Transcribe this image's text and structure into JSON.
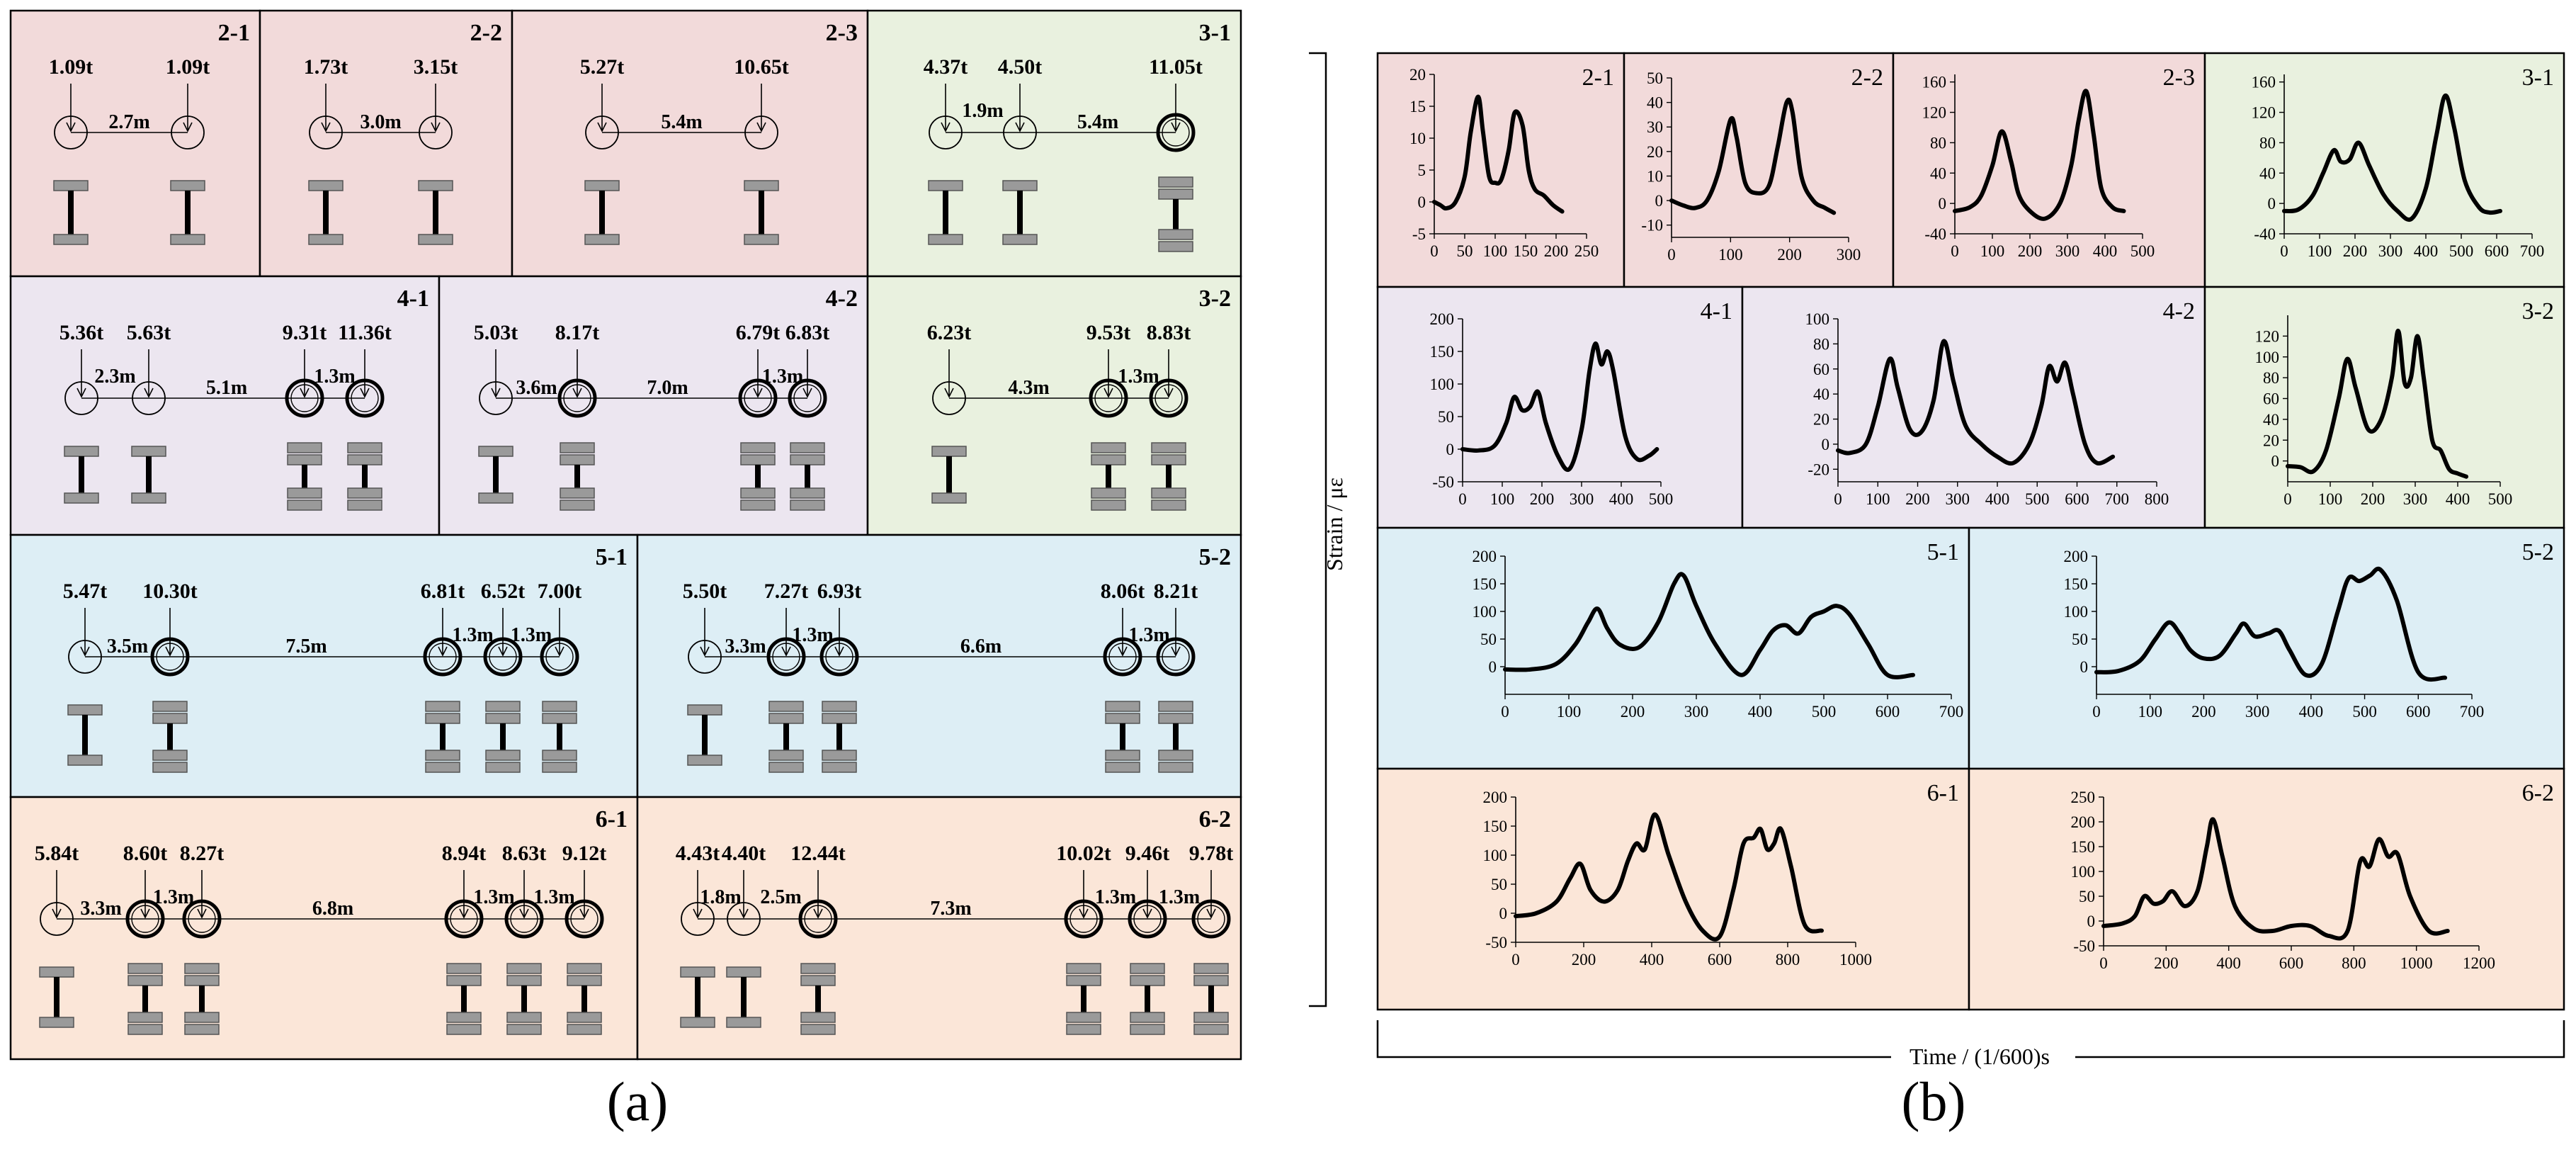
{
  "captions": {
    "a": "(a)",
    "b": "(b)"
  },
  "colors": {
    "pink": "#f2dada",
    "green": "#e9f1df",
    "lavender": "#ece6f0",
    "blue": "#ddeef5",
    "peach": "#fbe6d8",
    "line": "#000000",
    "wheel_grey": "#9a9a9a"
  },
  "panel_a": {
    "vehicles": [
      {
        "id": "2-1",
        "color": "pink",
        "loads": [
          "1.09t",
          "1.09t"
        ],
        "spacings": [
          "2.7m"
        ]
      },
      {
        "id": "2-2",
        "color": "pink",
        "loads": [
          "1.73t",
          "3.15t"
        ],
        "spacings": [
          "3.0m"
        ]
      },
      {
        "id": "2-3",
        "color": "pink",
        "loads": [
          "5.27t",
          "10.65t"
        ],
        "spacings": [
          "5.4m"
        ]
      },
      {
        "id": "3-1",
        "color": "green",
        "loads": [
          "4.37t",
          "4.50t",
          "11.05t"
        ],
        "spacings": [
          "1.9m",
          "5.4m"
        ]
      },
      {
        "id": "4-1",
        "color": "lavender",
        "loads": [
          "5.36t",
          "5.63t",
          "9.31t",
          "11.36t"
        ],
        "spacings": [
          "2.3m",
          "5.1m",
          "1.3m"
        ]
      },
      {
        "id": "4-2",
        "color": "lavender",
        "loads": [
          "5.03t",
          "8.17t",
          "6.79t",
          "6.83t"
        ],
        "spacings": [
          "3.6m",
          "7.0m",
          "1.3m"
        ]
      },
      {
        "id": "3-2",
        "color": "green",
        "loads": [
          "6.23t",
          "9.53t",
          "8.83t"
        ],
        "spacings": [
          "4.3m",
          "1.3m"
        ]
      },
      {
        "id": "5-1",
        "color": "blue",
        "loads": [
          "5.47t",
          "10.30t",
          "6.81t",
          "6.52t",
          "7.00t"
        ],
        "spacings": [
          "3.5m",
          "7.5m",
          "1.3m",
          "1.3m"
        ]
      },
      {
        "id": "5-2",
        "color": "blue",
        "loads": [
          "5.50t",
          "7.27t",
          "6.93t",
          "8.06t",
          "8.21t"
        ],
        "spacings": [
          "3.3m",
          "1.3m",
          "6.6m",
          "1.3m"
        ]
      },
      {
        "id": "6-1",
        "color": "peach",
        "loads": [
          "5.84t",
          "8.60t",
          "8.27t",
          "8.94t",
          "8.63t",
          "9.12t"
        ],
        "spacings": [
          "3.3m",
          "1.3m",
          "6.8m",
          "1.3m",
          "1.3m"
        ]
      },
      {
        "id": "6-2",
        "color": "peach",
        "loads": [
          "4.43t",
          "4.40t",
          "12.44t",
          "10.02t",
          "9.46t",
          "9.78t"
        ],
        "spacings": [
          "1.8m",
          "2.5m",
          "7.3m",
          "1.3m",
          "1.3m"
        ]
      }
    ]
  },
  "panel_b": {
    "ylabel": "Strain / με",
    "xlabel": "Time / (1/600)s"
  },
  "chart_data": [
    {
      "type": "line",
      "title": "2-1",
      "xticks": [
        0,
        50,
        100,
        150,
        200,
        250
      ],
      "yticks": [
        -5,
        0,
        5,
        10,
        15,
        20
      ],
      "xlim": [
        0,
        250
      ],
      "ylim": [
        -5,
        20
      ],
      "series": [
        {
          "x": [
            0,
            10,
            20,
            35,
            50,
            60,
            72,
            80,
            90,
            100,
            110,
            122,
            132,
            145,
            155,
            165,
            180,
            195,
            210
          ],
          "y": [
            0,
            -0.5,
            -1,
            0,
            4,
            11,
            16.5,
            11,
            4,
            3,
            3.5,
            8,
            14,
            12,
            5,
            2,
            1,
            -0.5,
            -1.5
          ]
        }
      ]
    },
    {
      "type": "line",
      "title": "2-2",
      "xticks": [
        0,
        100,
        200,
        300
      ],
      "yticks": [
        -10,
        0,
        10,
        20,
        30,
        40,
        50
      ],
      "xlim": [
        0,
        300
      ],
      "ylim": [
        -15,
        50
      ],
      "series": [
        {
          "x": [
            0,
            20,
            40,
            60,
            80,
            100,
            110,
            125,
            145,
            165,
            180,
            195,
            205,
            220,
            240,
            260,
            275
          ],
          "y": [
            0,
            -2,
            -3,
            0,
            12,
            33,
            26,
            7,
            3,
            6,
            22,
            40,
            36,
            10,
            0,
            -3,
            -5
          ]
        }
      ]
    },
    {
      "type": "line",
      "title": "2-3",
      "xticks": [
        0,
        100,
        200,
        300,
        400,
        500
      ],
      "yticks": [
        -40,
        0,
        40,
        80,
        120,
        160
      ],
      "xlim": [
        0,
        500
      ],
      "ylim": [
        -40,
        170
      ],
      "series": [
        {
          "x": [
            0,
            40,
            70,
            100,
            125,
            150,
            170,
            200,
            240,
            280,
            310,
            330,
            350,
            370,
            390,
            420,
            450
          ],
          "y": [
            -10,
            -5,
            10,
            50,
            95,
            55,
            12,
            -10,
            -20,
            0,
            50,
            110,
            148,
            90,
            20,
            -5,
            -10
          ]
        }
      ]
    },
    {
      "type": "line",
      "title": "3-1",
      "xticks": [
        0,
        100,
        200,
        300,
        400,
        500,
        600,
        700
      ],
      "yticks": [
        -40,
        0,
        40,
        80,
        120,
        160
      ],
      "xlim": [
        0,
        700
      ],
      "ylim": [
        -40,
        170
      ],
      "series": [
        {
          "x": [
            0,
            40,
            80,
            110,
            140,
            160,
            185,
            210,
            240,
            280,
            320,
            360,
            400,
            430,
            455,
            480,
            510,
            550,
            580,
            610
          ],
          "y": [
            -10,
            -8,
            10,
            40,
            70,
            55,
            58,
            80,
            50,
            12,
            -10,
            -20,
            20,
            90,
            142,
            100,
            30,
            -5,
            -12,
            -10
          ]
        }
      ]
    },
    {
      "type": "line",
      "title": "4-1",
      "xticks": [
        0,
        100,
        200,
        300,
        400,
        500
      ],
      "yticks": [
        -50,
        0,
        50,
        100,
        150,
        200
      ],
      "xlim": [
        0,
        500
      ],
      "ylim": [
        -50,
        200
      ],
      "series": [
        {
          "x": [
            0,
            40,
            80,
            110,
            130,
            150,
            170,
            190,
            210,
            240,
            270,
            300,
            320,
            335,
            350,
            365,
            380,
            410,
            440,
            470,
            490
          ],
          "y": [
            0,
            -2,
            5,
            40,
            80,
            60,
            65,
            88,
            40,
            -10,
            -30,
            30,
            120,
            162,
            130,
            150,
            120,
            20,
            -15,
            -10,
            0
          ]
        }
      ]
    },
    {
      "type": "line",
      "title": "4-2",
      "xticks": [
        0,
        100,
        200,
        300,
        400,
        500,
        600,
        700,
        800
      ],
      "yticks": [
        -20,
        0,
        20,
        40,
        60,
        80,
        100
      ],
      "xlim": [
        0,
        800
      ],
      "ylim": [
        -30,
        100
      ],
      "series": [
        {
          "x": [
            0,
            30,
            70,
            100,
            130,
            150,
            180,
            210,
            240,
            265,
            290,
            320,
            360,
            400,
            440,
            480,
            510,
            530,
            550,
            570,
            590,
            620,
            650,
            690
          ],
          "y": [
            -5,
            -7,
            0,
            30,
            68,
            45,
            12,
            10,
            35,
            82,
            50,
            15,
            0,
            -10,
            -15,
            0,
            30,
            62,
            50,
            65,
            40,
            0,
            -15,
            -10
          ]
        }
      ]
    },
    {
      "type": "line",
      "title": "3-2",
      "xticks": [
        0,
        100,
        200,
        300,
        400,
        500
      ],
      "yticks": [
        0,
        20,
        40,
        60,
        80,
        100,
        120
      ],
      "xlim": [
        0,
        500
      ],
      "ylim": [
        -20,
        140
      ],
      "series": [
        {
          "x": [
            0,
            30,
            60,
            90,
            120,
            140,
            160,
            190,
            220,
            245,
            260,
            275,
            290,
            305,
            320,
            340,
            360,
            380,
            400,
            420
          ],
          "y": [
            -5,
            -6,
            -10,
            10,
            60,
            98,
            70,
            30,
            40,
            80,
            125,
            75,
            80,
            120,
            80,
            20,
            10,
            -8,
            -12,
            -15
          ]
        }
      ]
    },
    {
      "type": "line",
      "title": "5-1",
      "xticks": [
        0,
        100,
        200,
        300,
        400,
        500,
        600,
        700
      ],
      "yticks": [
        0,
        50,
        100,
        150,
        200
      ],
      "xlim": [
        0,
        700
      ],
      "ylim": [
        -50,
        200
      ],
      "series": [
        {
          "x": [
            0,
            40,
            80,
            110,
            130,
            145,
            160,
            180,
            210,
            240,
            265,
            280,
            300,
            330,
            370,
            400,
            420,
            440,
            460,
            480,
            500,
            520,
            540,
            570,
            600,
            640
          ],
          "y": [
            -5,
            -5,
            5,
            40,
            80,
            105,
            70,
            40,
            35,
            80,
            150,
            165,
            110,
            40,
            -15,
            30,
            65,
            75,
            60,
            90,
            100,
            110,
            95,
            40,
            -15,
            -15
          ]
        }
      ]
    },
    {
      "type": "line",
      "title": "5-2",
      "xticks": [
        0,
        100,
        200,
        300,
        400,
        500,
        600,
        700
      ],
      "yticks": [
        0,
        50,
        100,
        150,
        200
      ],
      "xlim": [
        0,
        700
      ],
      "ylim": [
        -50,
        200
      ],
      "series": [
        {
          "x": [
            0,
            40,
            80,
            110,
            135,
            155,
            175,
            200,
            230,
            260,
            275,
            295,
            320,
            340,
            360,
            390,
            420,
            450,
            470,
            490,
            510,
            530,
            560,
            600,
            650
          ],
          "y": [
            -10,
            -8,
            10,
            50,
            80,
            60,
            30,
            15,
            20,
            60,
            78,
            55,
            60,
            65,
            30,
            -15,
            5,
            100,
            160,
            155,
            165,
            175,
            120,
            -10,
            -20
          ]
        }
      ]
    },
    {
      "type": "line",
      "title": "6-1",
      "xticks": [
        0,
        200,
        400,
        600,
        800,
        1000
      ],
      "yticks": [
        -50,
        0,
        50,
        100,
        150,
        200
      ],
      "xlim": [
        0,
        1000
      ],
      "ylim": [
        -50,
        200
      ],
      "series": [
        {
          "x": [
            0,
            60,
            120,
            160,
            190,
            220,
            260,
            300,
            330,
            355,
            380,
            410,
            450,
            500,
            550,
            600,
            640,
            670,
            700,
            720,
            740,
            760,
            780,
            810,
            850,
            900
          ],
          "y": [
            -5,
            0,
            20,
            60,
            85,
            40,
            20,
            40,
            90,
            120,
            110,
            170,
            100,
            20,
            -30,
            -40,
            40,
            120,
            130,
            145,
            110,
            120,
            145,
            80,
            -20,
            -30
          ]
        }
      ]
    },
    {
      "type": "line",
      "title": "6-2",
      "xticks": [
        0,
        200,
        400,
        600,
        800,
        1000,
        1200
      ],
      "yticks": [
        -50,
        0,
        50,
        100,
        150,
        200,
        250
      ],
      "xlim": [
        0,
        1200
      ],
      "ylim": [
        -50,
        250
      ],
      "series": [
        {
          "x": [
            0,
            60,
            100,
            130,
            160,
            190,
            220,
            260,
            300,
            330,
            350,
            380,
            420,
            480,
            540,
            600,
            660,
            720,
            780,
            820,
            850,
            880,
            910,
            940,
            980,
            1040,
            1100
          ],
          "y": [
            -10,
            -5,
            10,
            50,
            35,
            40,
            60,
            30,
            60,
            150,
            205,
            130,
            30,
            -15,
            -20,
            -10,
            -10,
            -30,
            -20,
            120,
            110,
            165,
            130,
            135,
            50,
            -20,
            -20
          ]
        }
      ]
    }
  ]
}
